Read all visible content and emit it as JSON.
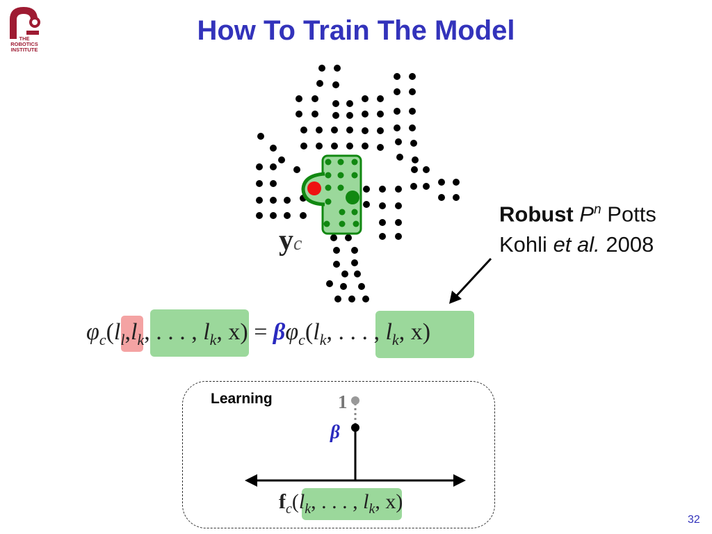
{
  "logo": {
    "line1": "THE",
    "line2": "ROBOTICS",
    "line3": "INSTITUTE",
    "color": "#9e1b32"
  },
  "title": "How To Train The Model",
  "figure": {
    "clique_label": "y",
    "clique_sub": "c"
  },
  "equation": {
    "lhs_phi": "φ",
    "lhs_sub": "c",
    "open": "(",
    "l_l": "l",
    "l_l_sub": "l",
    "comma1": ",",
    "lk_list": "l",
    "lk_sub": "k",
    "dots": ", . . . , ",
    "lk2": "l",
    "lk2_sub": "k",
    "tail": ", x) =",
    "beta": "β",
    "rhs_phi": "φ",
    "rhs_sub": "c",
    "rhs_open": "(",
    "rhs_lk": "l",
    "rhs_lk_sub": "k",
    "rhs_dots": ", . . . , ",
    "rhs_lk2": "l",
    "rhs_lk2_sub": "k",
    "rhs_tail": ", x)"
  },
  "citation": {
    "robust": "Robust",
    "p": "P",
    "n": "n",
    "potts": "Potts",
    "author": "Kohli",
    "etal": "et al.",
    "year": "2008"
  },
  "learning": {
    "label": "Learning",
    "one": "1",
    "beta": "β",
    "f": "f",
    "f_sub": "c",
    "open": "(",
    "lk": "l",
    "lk_sub": "k",
    "dots": ", . . . , ",
    "lk2": "l",
    "lk2_sub": "k",
    "tail": ", x)"
  },
  "page_number": "32",
  "colors": {
    "title": "#3333bb",
    "green_fill": "#9bd89b",
    "green_dark": "#118811",
    "red": "#ee1111",
    "beta": "#2a2abf"
  }
}
